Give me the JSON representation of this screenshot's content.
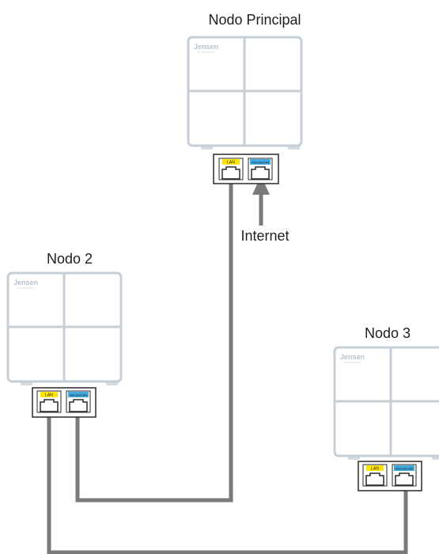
{
  "nodes": {
    "main": {
      "label": "Nodo Principal",
      "brand": "Jensen",
      "brand_sub": "BY SCANDINAVIA"
    },
    "node2": {
      "label": "Nodo 2",
      "brand": "Jensen",
      "brand_sub": "BY SCANDINAVIA"
    },
    "node3": {
      "label": "Nodo 3",
      "brand": "Jensen",
      "brand_sub": "BY SCANDINAVIA"
    }
  },
  "ports": {
    "lan": "LAN",
    "wan": "Internet/LAN"
  },
  "internet": {
    "label": "Internet"
  },
  "colors": {
    "device_outline": "#c6ced6",
    "lan_tag": "#ffe500",
    "wan_tag": "#3fa9e0",
    "cable": "#7a7a7a",
    "port_outline": "#2a2a2a"
  }
}
